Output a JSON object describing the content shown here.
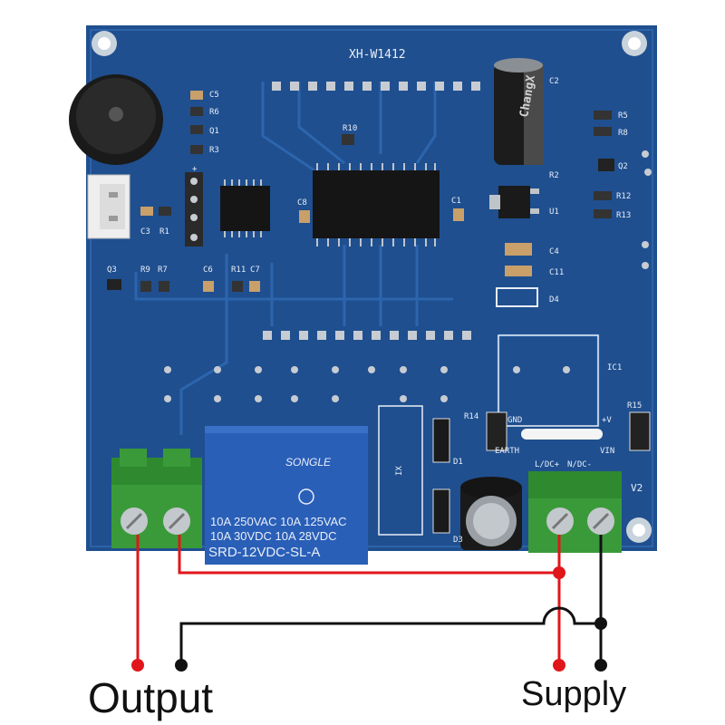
{
  "board": {
    "model": "XH-W1412",
    "relay": {
      "brand": "SONGLE",
      "ratings": [
        "10A 250VAC  10A 125VAC",
        "10A  30VDC  10A  28VDC"
      ],
      "part_number": "SRD-12VDC-SL-A"
    },
    "capacitor_brand": "ChangX",
    "components": {
      "c5": "C5",
      "r6": "R6",
      "q1": "Q1",
      "r3": "R3",
      "c3": "C3",
      "r1": "R1",
      "q3": "Q3",
      "r9": "R9",
      "r7": "R7",
      "c6": "C6",
      "r11": "R11",
      "c7": "C7",
      "c8": "C8",
      "r10": "R10",
      "c1": "C1",
      "c2": "C2",
      "r2": "R2",
      "u1": "U1",
      "c4": "C4",
      "c11": "C11",
      "d4": "D4",
      "r5": "R5",
      "r8": "R8",
      "q2": "Q2",
      "r12": "R12",
      "r13": "R13",
      "ic1": "IC1",
      "r14": "R14",
      "r15": "R15",
      "gnd": "GND",
      "plus_v": "+V",
      "earth": "EARTH",
      "vin": "VIN",
      "ldc": "L/DC+",
      "ndc": "N/DC-",
      "v2": "V2",
      "d1": "D1",
      "d3": "D3",
      "ix": "IX",
      "plus": "+"
    }
  },
  "labels": {
    "output": "Output",
    "supply": "Supply"
  },
  "colors": {
    "pcb": "#1f4f8f",
    "terminal": "#3a9a3a",
    "relay": "#2a5fb8",
    "live_wire": "#e0161b",
    "neutral_wire": "#111111"
  }
}
